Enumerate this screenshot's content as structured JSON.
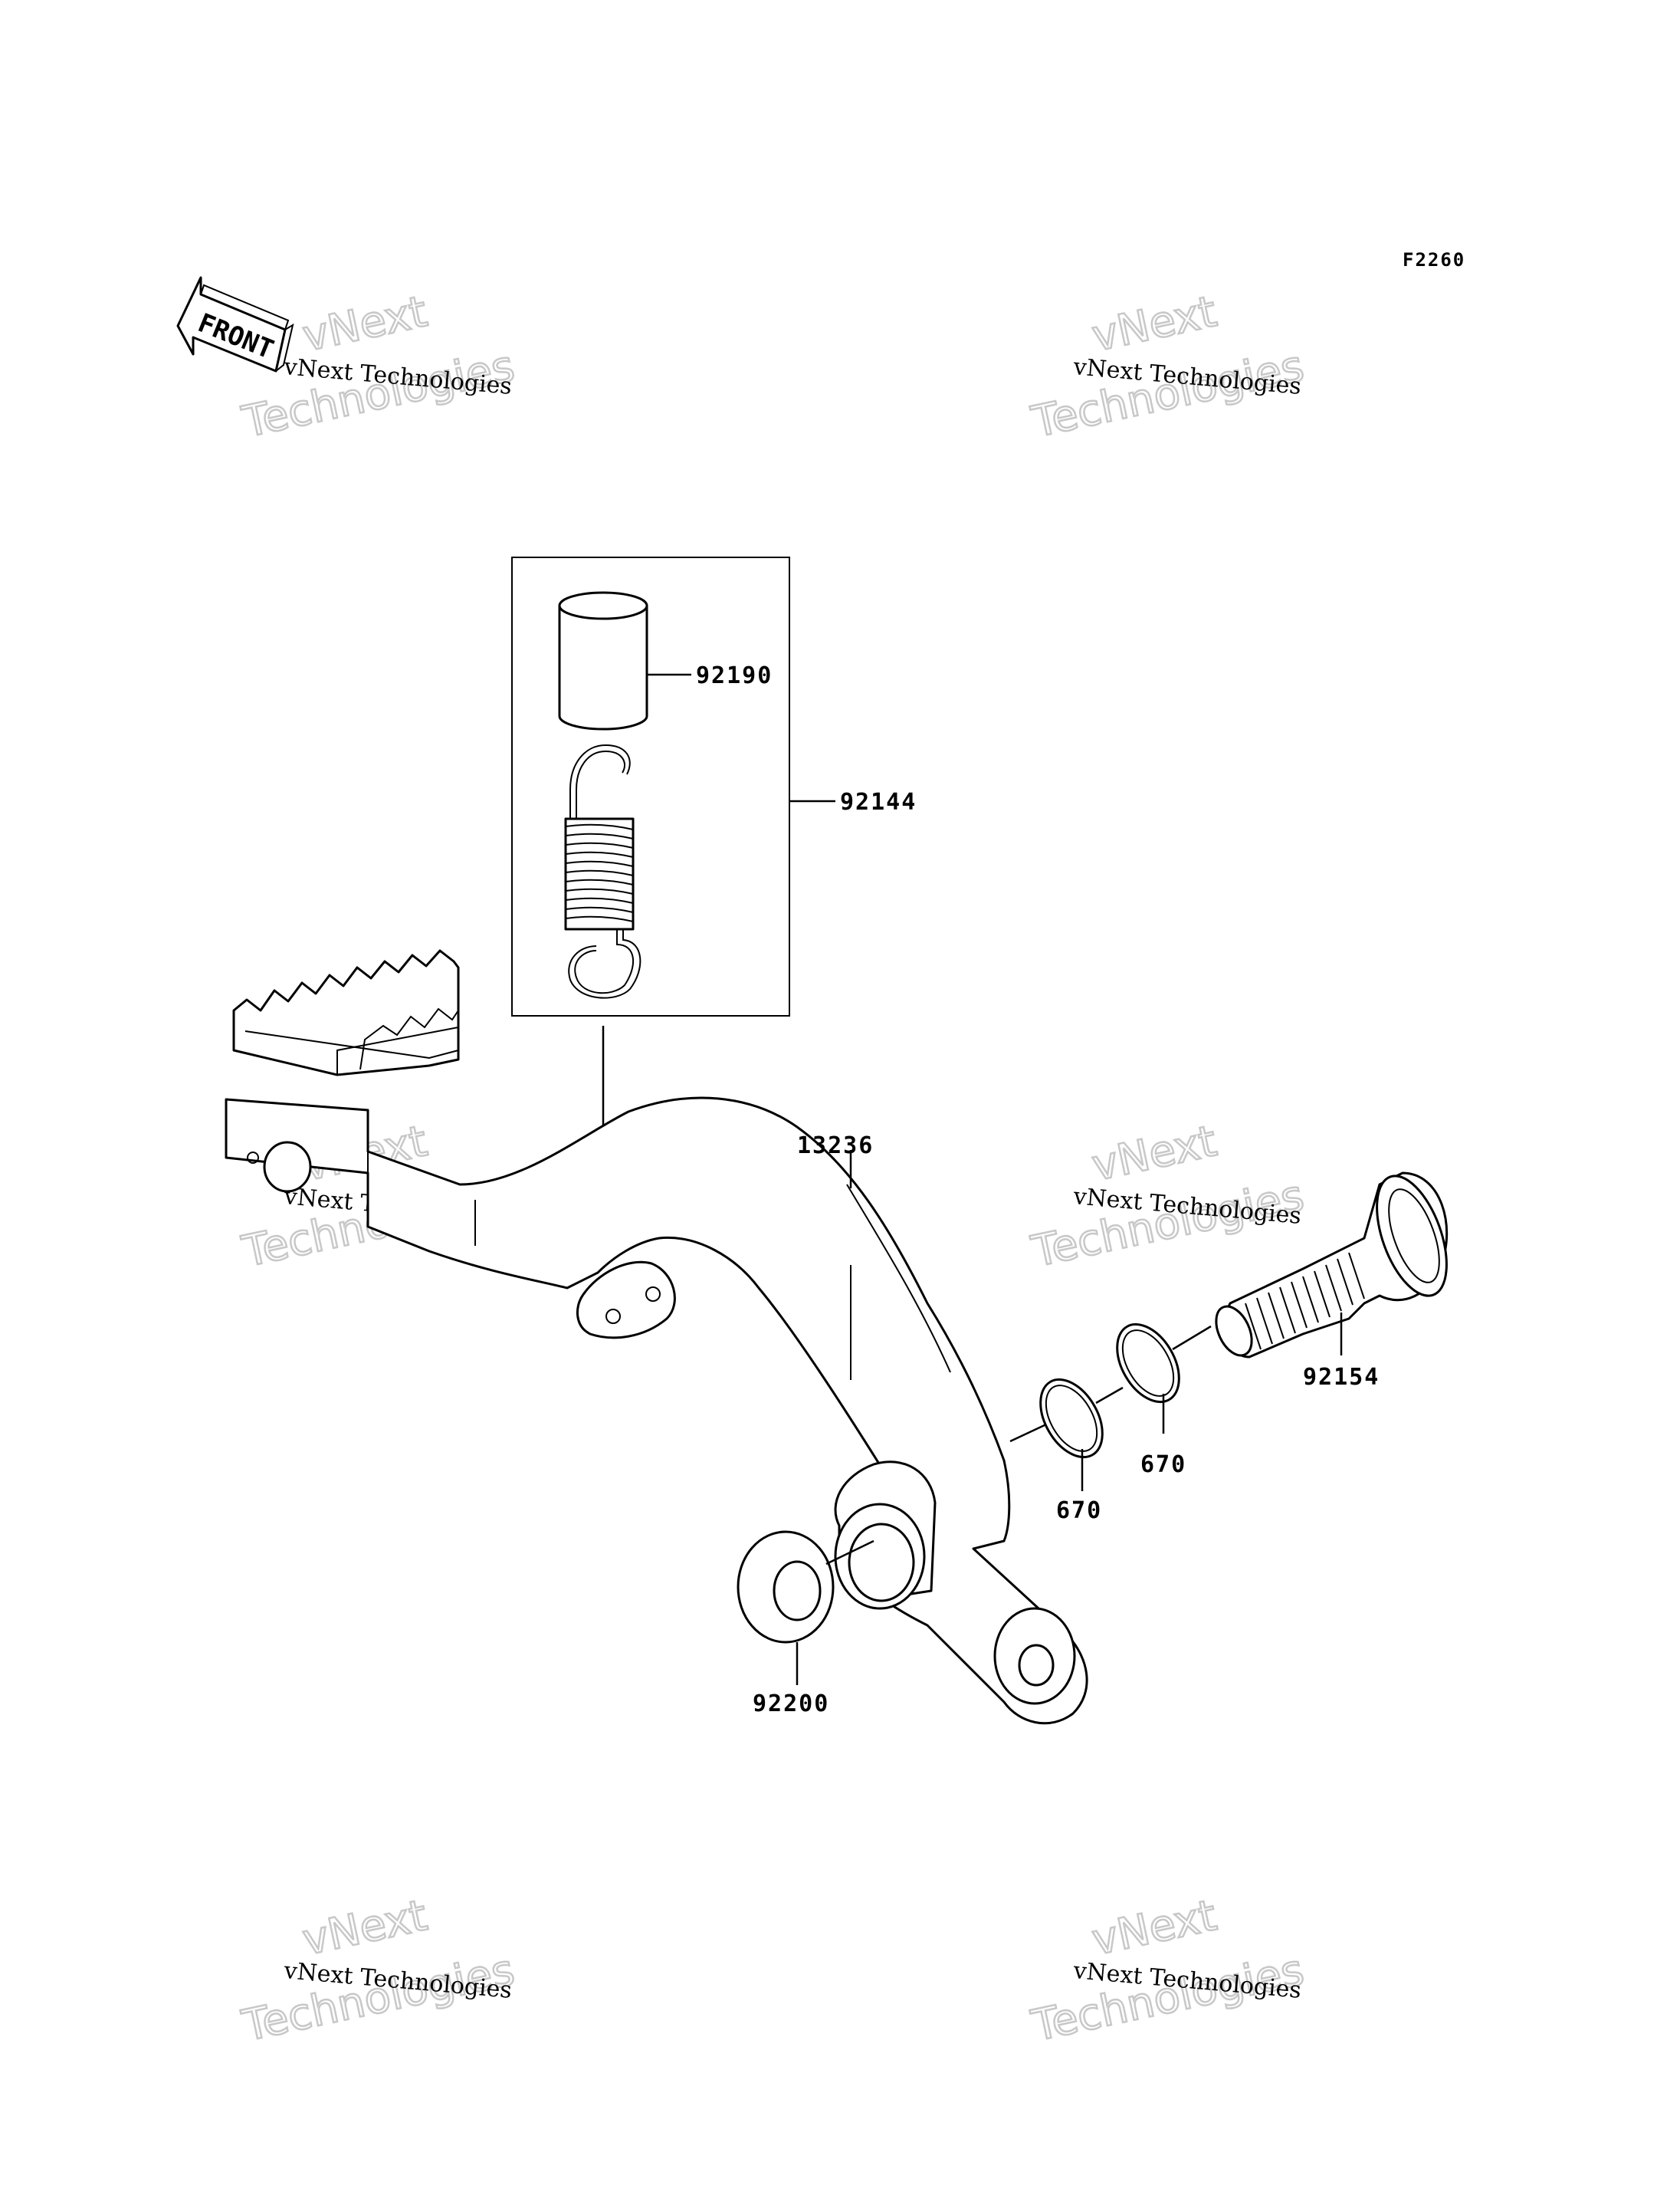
{
  "figure_id": "F2260",
  "front_label": "FRONT",
  "watermark": {
    "small": "vNext Technologies",
    "big_line1": "vNext",
    "big_line2": "Technologies"
  },
  "parts": {
    "collar": "92190",
    "spring_kit": "92144",
    "brake_pedal": "13236",
    "shaft": "92154",
    "oring_a": "670",
    "oring_b": "670",
    "washer": "92200"
  }
}
